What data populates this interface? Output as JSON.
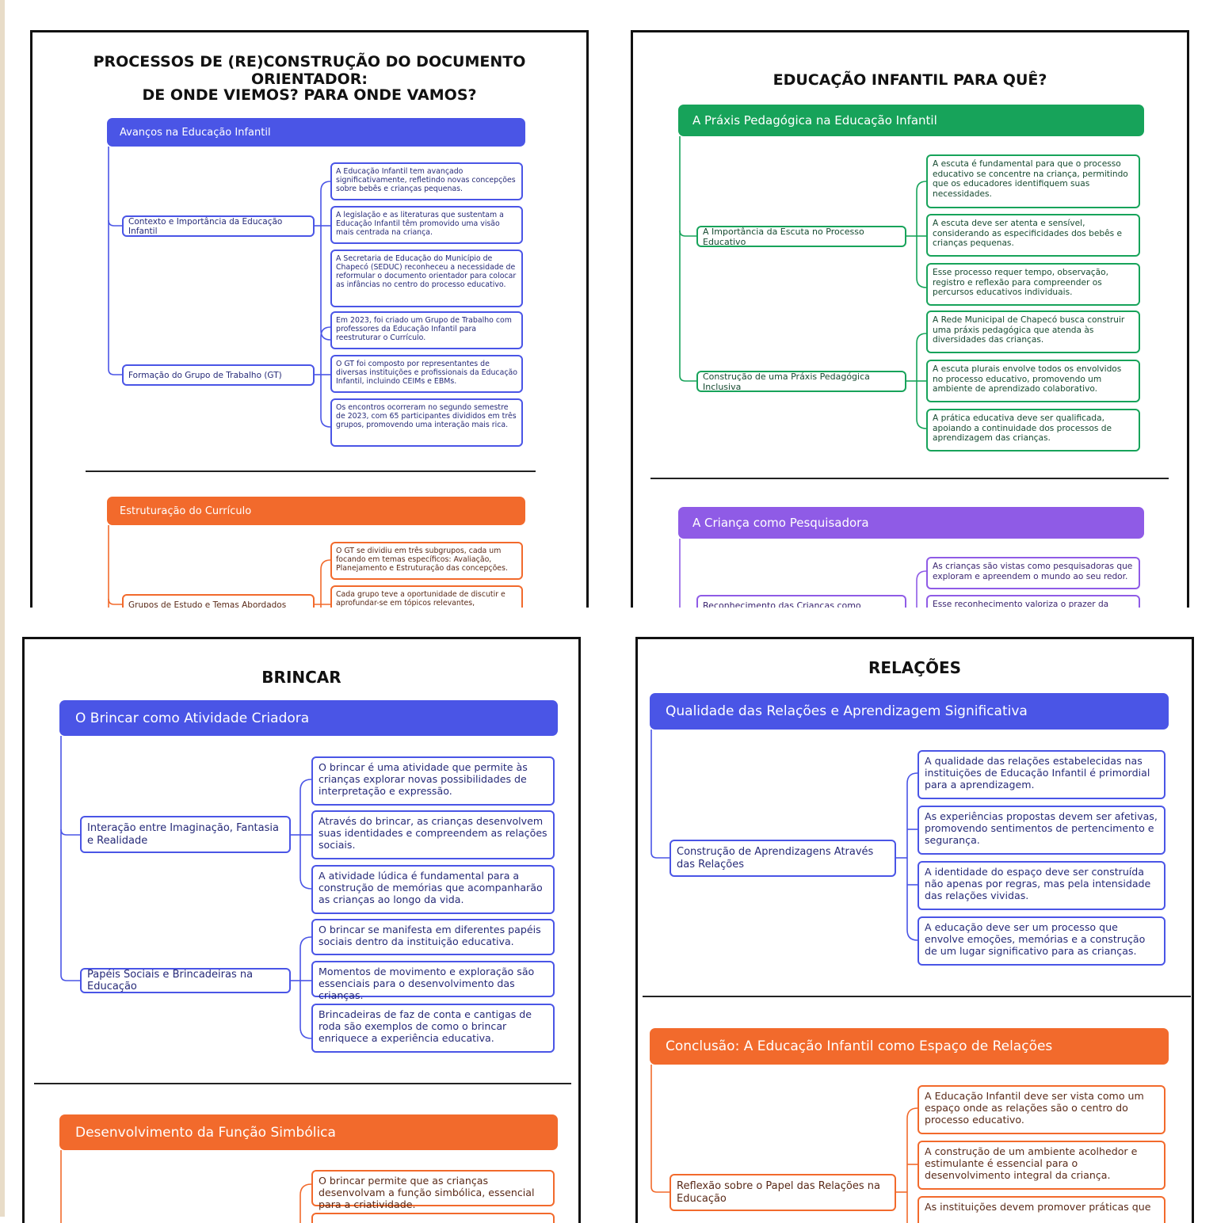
{
  "colors": {
    "blue": "#4a55e6",
    "orange": "#f26a2c",
    "green": "#17a35a",
    "purple": "#8f5be6"
  },
  "panel1": {
    "title_line1": "PROCESSOS DE (RE)CONSTRUÇÃO DO DOCUMENTO ORIENTADOR:",
    "title_line2": "DE ONDE VIEMOS? PARA ONDE VAMOS?",
    "section1": {
      "header": "Avanços na Educação Infantil",
      "topics": [
        {
          "label": "Contexto e Importância da Educação Infantil",
          "items": [
            "A Educação Infantil tem avançado significativamente, refletindo novas concepções sobre bebês e crianças pequenas.",
            "A legislação e as literaturas que sustentam a Educação Infantil têm promovido uma visão mais centrada na criança.",
            "A Secretaria de Educação do Município de Chapecó (SEDUC) reconheceu a necessidade de reformular o documento orientador para colocar as infâncias no centro do processo educativo."
          ]
        },
        {
          "label": "Formação do Grupo de Trabalho (GT)",
          "items": [
            "Em 2023, foi criado um Grupo de Trabalho com professores da Educação Infantil para reestruturar o Currículo.",
            "O GT foi composto por representantes de diversas instituições e profissionais da Educação Infantil, incluindo CEIMs e EBMs.",
            "Os encontros ocorreram no segundo semestre de 2023, com 65 participantes divididos em três grupos, promovendo uma interação mais rica."
          ]
        }
      ]
    },
    "section2": {
      "header": "Estruturação do Currículo",
      "topics": [
        {
          "label": "Grupos de Estudo e Temas Abordados",
          "items": [
            "O GT se dividiu em três subgrupos, cada um focando em temas específicos: Avaliação, Planejamento e Estruturação das concepções.",
            "Cada grupo teve a oportunidade de discutir e aprofundar-se em tópicos relevantes,"
          ]
        }
      ]
    }
  },
  "panel2": {
    "title": "EDUCAÇÃO INFANTIL PARA QUÊ?",
    "section1": {
      "header": "A Práxis Pedagógica na Educação Infantil",
      "topics": [
        {
          "label": "A Importância da Escuta no Processo Educativo",
          "items": [
            "A escuta é fundamental para que o processo educativo se concentre na criança, permitindo que os educadores identifiquem suas necessidades.",
            "A escuta deve ser atenta e sensível, considerando as especificidades dos bebês e crianças pequenas.",
            "Esse processo requer tempo, observação, registro e reflexão para compreender os percursos educativos individuais."
          ]
        },
        {
          "label": "Construção de uma Práxis Pedagógica Inclusiva",
          "items": [
            "A Rede Municipal de Chapecó busca construir uma práxis pedagógica que atenda às diversidades das crianças.",
            "A escuta plurais envolve todos os envolvidos no processo educativo, promovendo um ambiente de aprendizado colaborativo.",
            "A prática educativa deve ser qualificada, apoiando a continuidade dos processos de aprendizagem das crianças."
          ]
        }
      ]
    },
    "section2": {
      "header": "A Criança como Pesquisadora",
      "topics": [
        {
          "label": "Reconhecimento das Crianças como",
          "items": [
            "As crianças são vistas como pesquisadoras que exploram e apreendem o mundo ao seu redor.",
            "Esse reconhecimento valoriza o prazer da"
          ]
        }
      ]
    }
  },
  "panel3": {
    "title": "BRINCAR",
    "section1": {
      "header": "O Brincar como Atividade Criadora",
      "topics": [
        {
          "label": "Interação entre Imaginação, Fantasia e Realidade",
          "items": [
            "O brincar é uma atividade que permite às crianças explorar novas possibilidades de interpretação e expressão.",
            "Através do brincar, as crianças desenvolvem suas identidades e compreendem as relações sociais.",
            "A atividade lúdica é fundamental para a construção de memórias que acompanharão as crianças ao longo da vida."
          ]
        },
        {
          "label": "Papéis Sociais e Brincadeiras na Educação",
          "items": [
            "O brincar se manifesta em diferentes papéis sociais dentro da instituição educativa.",
            "Momentos de movimento e exploração são essenciais para o desenvolvimento das crianças.",
            "Brincadeiras de faz de conta e cantigas de roda são exemplos de como o brincar enriquece a experiência educativa."
          ]
        }
      ]
    },
    "section2": {
      "header": "Desenvolvimento da Função Simbólica",
      "topics": [
        {
          "label": "",
          "items": [
            "O brincar permite que as crianças desenvolvam a função simbólica, essencial para a criatividade."
          ]
        }
      ]
    }
  },
  "panel4": {
    "title": "RELAÇÕES",
    "section1": {
      "header": "Qualidade das Relações e Aprendizagem Significativa",
      "topics": [
        {
          "label": "Construção de Aprendizagens Através das Relações",
          "items": [
            "A qualidade das relações estabelecidas nas instituições de Educação Infantil é primordial para a aprendizagem.",
            "As experiências propostas devem ser afetivas, promovendo sentimentos de pertencimento e segurança.",
            "A identidade do espaço deve ser construída não apenas por regras, mas pela intensidade das relações vividas.",
            "A educação deve ser um processo que envolve emoções, memórias e a construção de um lugar significativo para as crianças."
          ]
        }
      ]
    },
    "section2": {
      "header": "Conclusão: A Educação Infantil como Espaço de Relações",
      "topics": [
        {
          "label": "Reflexão sobre o Papel das Relações na Educação",
          "items": [
            "A Educação Infantil deve ser vista como um espaço onde as relações são o centro do processo educativo.",
            "A construção de um ambiente acolhedor e estimulante é essencial para o desenvolvimento integral da criança.",
            "As instituições devem promover práticas que"
          ]
        }
      ]
    }
  }
}
